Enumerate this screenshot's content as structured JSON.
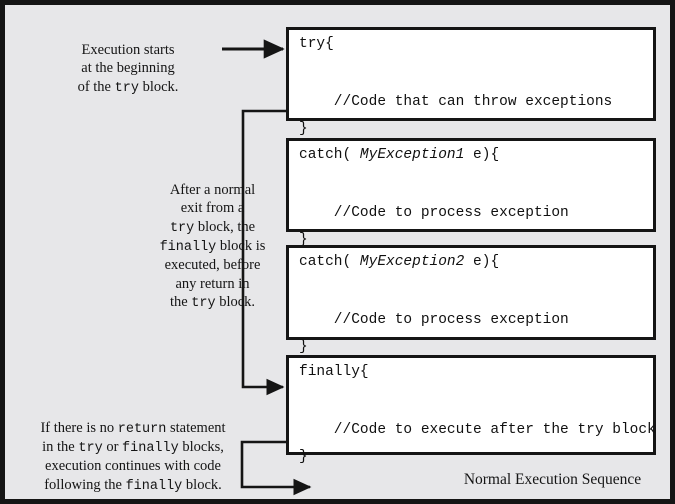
{
  "figure": {
    "caption": "Normal Execution Sequence",
    "background_color": "#e7e7e9",
    "border_color": "#151515",
    "code_box_fill": "#ffffff"
  },
  "code_blocks": [
    {
      "name": "try",
      "lines": [
        {
          "text": "try{"
        },
        {
          "text": ""
        },
        {
          "text": "    //Code that can throw exceptions"
        },
        {
          "text": "}"
        }
      ],
      "header_keyword": "try{",
      "body_comment": "    //Code that can throw exceptions",
      "closing_brace": "}"
    },
    {
      "name": "catch1",
      "header_prefix": "catch( ",
      "header_param_type": "MyException1",
      "header_suffix": " e){",
      "body_comment": "    //Code to process exception",
      "closing_brace": "}"
    },
    {
      "name": "catch2",
      "header_prefix": "catch( ",
      "header_param_type": "MyException2",
      "header_suffix": " e){",
      "body_comment": "    //Code to process exception",
      "closing_brace": "}"
    },
    {
      "name": "finally",
      "header_keyword": "finally{",
      "body_comment": "    //Code to execute after the try block",
      "closing_brace": "}"
    }
  ],
  "notes": {
    "start": {
      "line1": "Execution starts",
      "line2": "at the beginning",
      "line3_pre": "of the ",
      "line3_mono": "try",
      "line3_post": " block."
    },
    "middle": {
      "line1": "After a normal",
      "line2": "exit from a",
      "line3_mono": "try",
      "line3_post": " block, the",
      "line4_mono": "finally",
      "line4_post": " block is",
      "line5": "executed, before",
      "line6": "any return in",
      "line7_pre": "the ",
      "line7_mono": "try",
      "line7_post": " block."
    },
    "bottom": {
      "line1_pre": "If there is no ",
      "line1_mono": "return",
      "line1_post": " statement",
      "line2_pre": "in the ",
      "line2_mono1": "try",
      "line2_mid": " or ",
      "line2_mono2": "finally",
      "line2_post": " blocks,",
      "line3": "execution continues with code",
      "line4_pre": "following the ",
      "line4_mono": "finally",
      "line4_post": " block."
    }
  },
  "connectors": [
    {
      "name": "start-to-try",
      "from": "note-start",
      "to": "try-box-left",
      "style": "straight-arrow"
    },
    {
      "name": "try-to-finally",
      "from": "try-box-bottom-left",
      "to": "finally-box-left",
      "style": "elbow-arrow"
    },
    {
      "name": "finally-to-exit",
      "from": "finally-box-bottom-left",
      "to": "exit-point",
      "style": "elbow-arrow"
    }
  ]
}
